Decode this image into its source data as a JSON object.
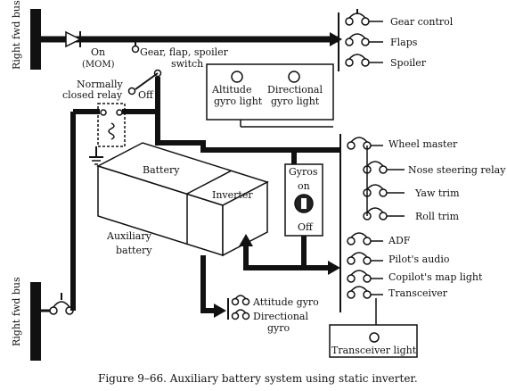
{
  "buses": {
    "top": "Right fwd bus",
    "bottom": "Right fwd bus"
  },
  "switches": {
    "on_mom": "On",
    "on_mom_sub": "(MOM)",
    "gear_flap_spoiler_1": "Gear, flap, spoiler",
    "gear_flap_spoiler_2": "switch",
    "off": "Off"
  },
  "relay": {
    "line1": "Normally",
    "line2": "closed relay"
  },
  "battery": "Battery",
  "inverter": "Inverter",
  "aux_battery": {
    "line1": "Auxiliary",
    "line2": "battery"
  },
  "top_loads": [
    "Gear control",
    "Flaps",
    "Spoiler"
  ],
  "gyro_lights_box": {
    "altitude_1": "Altitude",
    "altitude_2": "gyro light",
    "directional_1": "Directional",
    "directional_2": "gyro light"
  },
  "gyros_switch": {
    "title": "Gyros",
    "on": "on",
    "off": "Off"
  },
  "right_loads": [
    "Wheel master",
    "Nose steering relay",
    "Yaw trim",
    "Roll trim",
    "ADF",
    "Pilot's audio",
    "Copilot's map light",
    "Transceiver"
  ],
  "transceiver_light": "Transceiver  light",
  "gyro_loads": {
    "attitude": "Attitude gyro",
    "directional_1": "Directional",
    "directional_2": "gyro"
  },
  "caption": "Figure 9–66.   Auxiliary battery system using static inverter."
}
